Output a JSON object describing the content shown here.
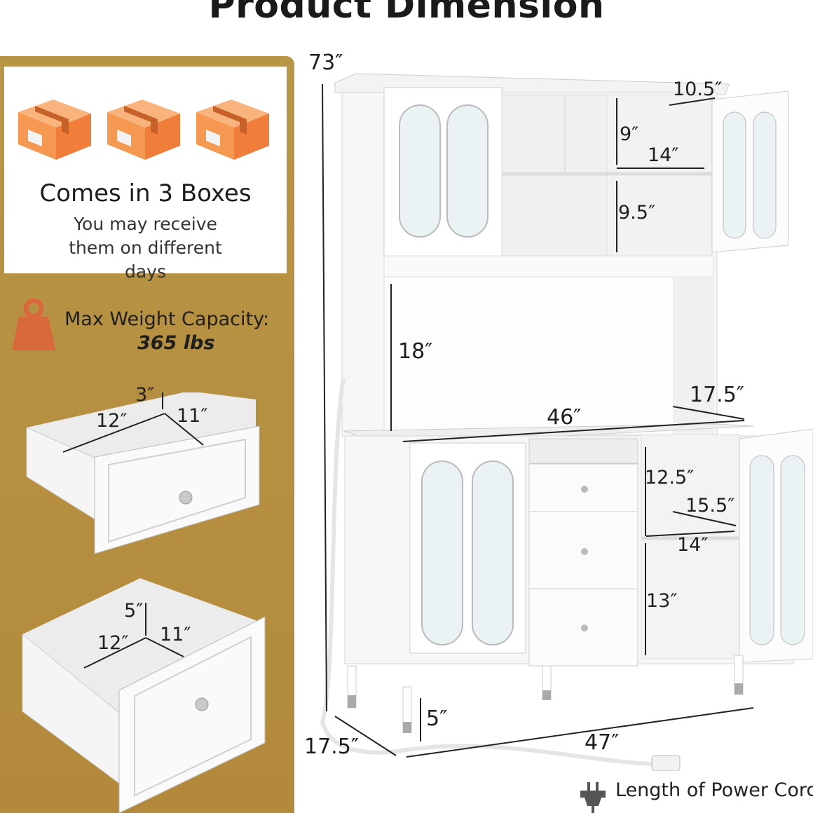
{
  "title": "Product Dimension",
  "boxes": {
    "count_label": "Comes in 3 Boxes",
    "note": "You may receive them on different days"
  },
  "weight": {
    "label": "Max Weight Capacity:",
    "value": "365 lbs"
  },
  "drawer_small": {
    "height": "3″",
    "width": "12″",
    "depth": "11″"
  },
  "drawer_large": {
    "height": "5″",
    "width": "12″",
    "depth": "11″"
  },
  "cabinet": {
    "total_height": "73″",
    "top_door_width": "10.5″",
    "top_shelf_height_upper": "9″",
    "top_shelf_depth": "14″",
    "top_shelf_height_lower": "9.5″",
    "hutch_opening_height": "18″",
    "counter_depth": "17.5″",
    "counter_width": "46″",
    "lower_upper_height": "12.5″",
    "lower_shelf_width": "15.5″",
    "lower_shelf_depth": "14″",
    "lower_bottom_height": "13″",
    "leg_height": "5″",
    "base_depth": "17.5″",
    "base_width": "47″"
  },
  "power": {
    "label": "Length of Power Cord"
  },
  "colors": {
    "panel": "#b38a3c",
    "box_orange": "#f39a4e",
    "weight_icon": "#d9683a"
  }
}
